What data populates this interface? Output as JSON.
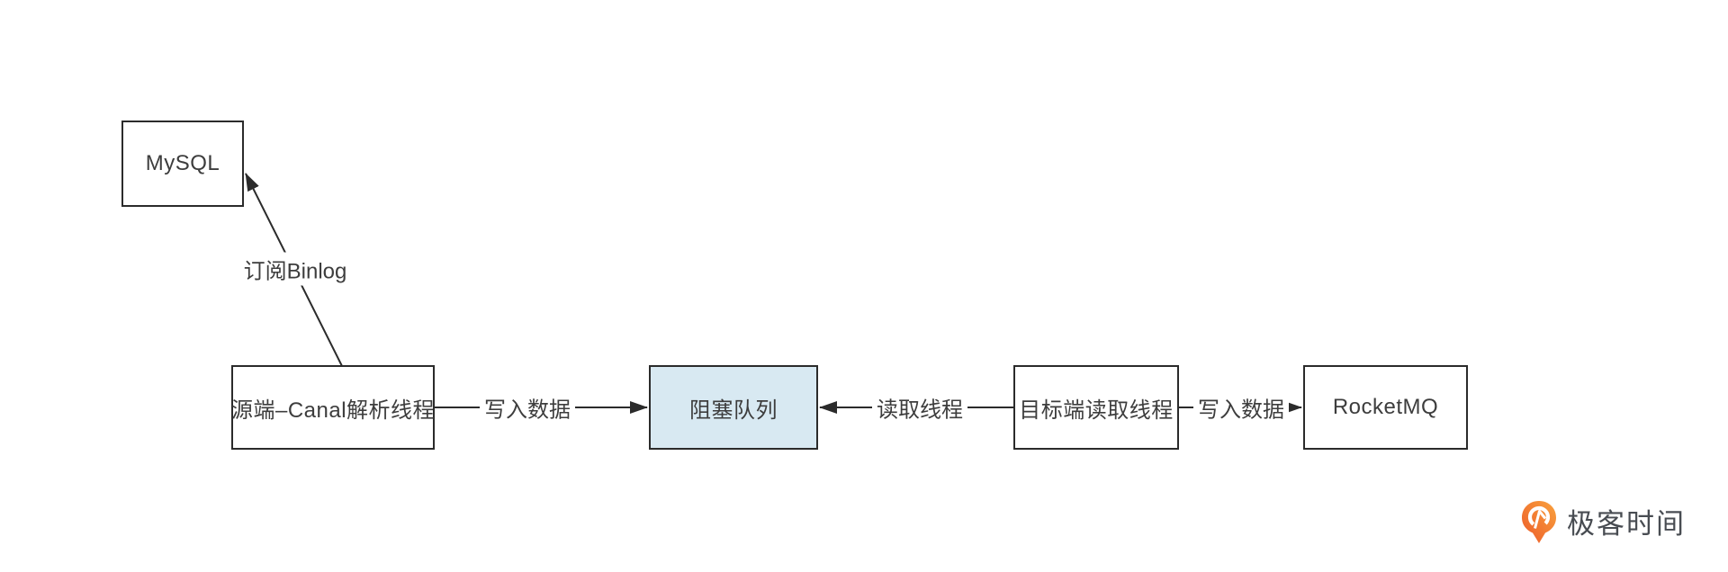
{
  "diagram": {
    "nodes": [
      {
        "id": "mysql",
        "label": "MySQL"
      },
      {
        "id": "canal",
        "label": "源端–Canal解析线程"
      },
      {
        "id": "queue",
        "label": "阻塞队列"
      },
      {
        "id": "target",
        "label": "目标端读取线程"
      },
      {
        "id": "rocketmq",
        "label": "RocketMQ"
      }
    ],
    "edges": [
      {
        "from": "canal",
        "to": "mysql",
        "label": "订阅Binlog"
      },
      {
        "from": "canal",
        "to": "queue",
        "label": "写入数据"
      },
      {
        "from": "target",
        "to": "queue",
        "label": "读取线程"
      },
      {
        "from": "target",
        "to": "rocketmq",
        "label": "写入数据"
      }
    ],
    "colors": {
      "background": "#ffffff",
      "node_border": "#2b2b2b",
      "line": "#2b2b2b",
      "text": "#3d3d3d",
      "queue_fill": "#d8e9f2"
    }
  },
  "branding": {
    "logo_text": "极客时间",
    "logo_orange": "#ee6a2b",
    "logo_text_color": "#484c52"
  }
}
